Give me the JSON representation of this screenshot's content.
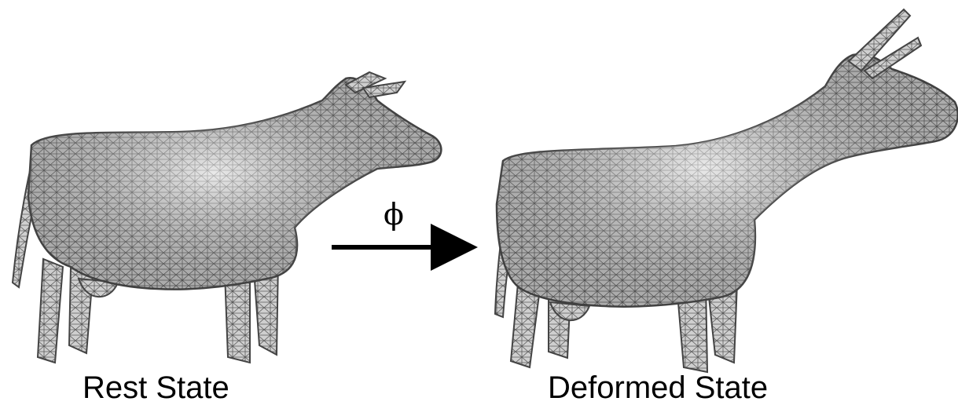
{
  "rest_label": "Rest State",
  "deformed_label": "Deformed State",
  "map_symbol": "ϕ",
  "mesh_fill": "#c9c9c9",
  "mesh_line": "#4a4a4a",
  "arrow_color": "#000000"
}
